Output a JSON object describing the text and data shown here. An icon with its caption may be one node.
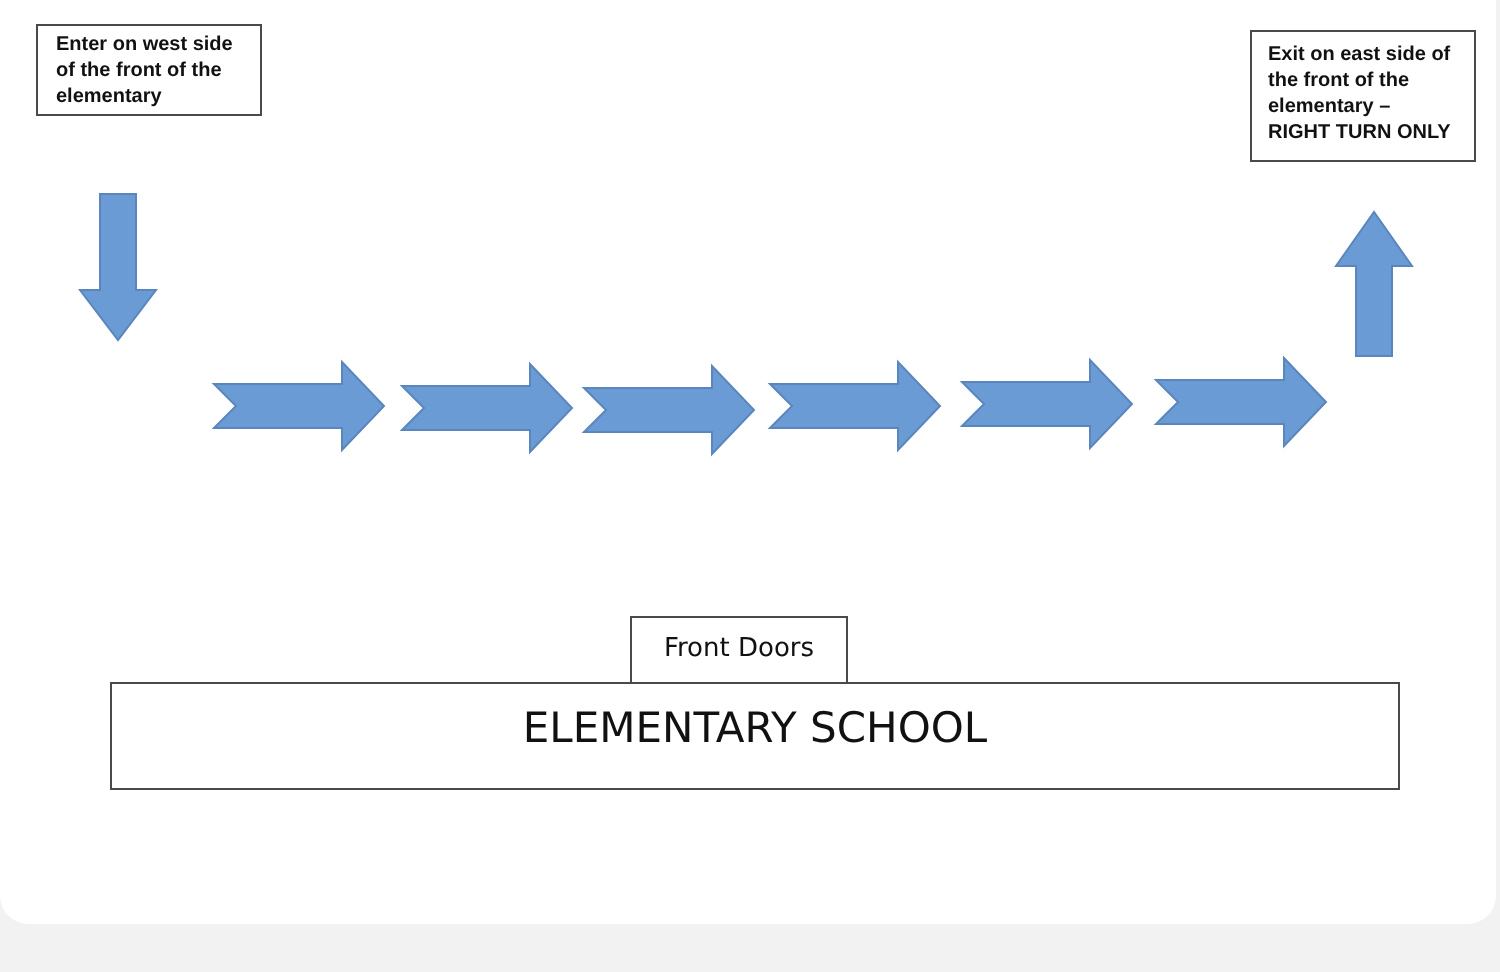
{
  "diagram": {
    "nodes": [
      {
        "text": [
          "Enter on west side of the front of the elementary"
        ]
      },
      {
        "text": [
          "Exit on east side of the front of the elementary – RIGHT TURN ONLY"
        ]
      },
      {
        "text": [
          "Front Doors"
        ]
      },
      {
        "text": [
          "ELEMENTARY SCHOOL"
        ]
      }
    ]
  }
}
